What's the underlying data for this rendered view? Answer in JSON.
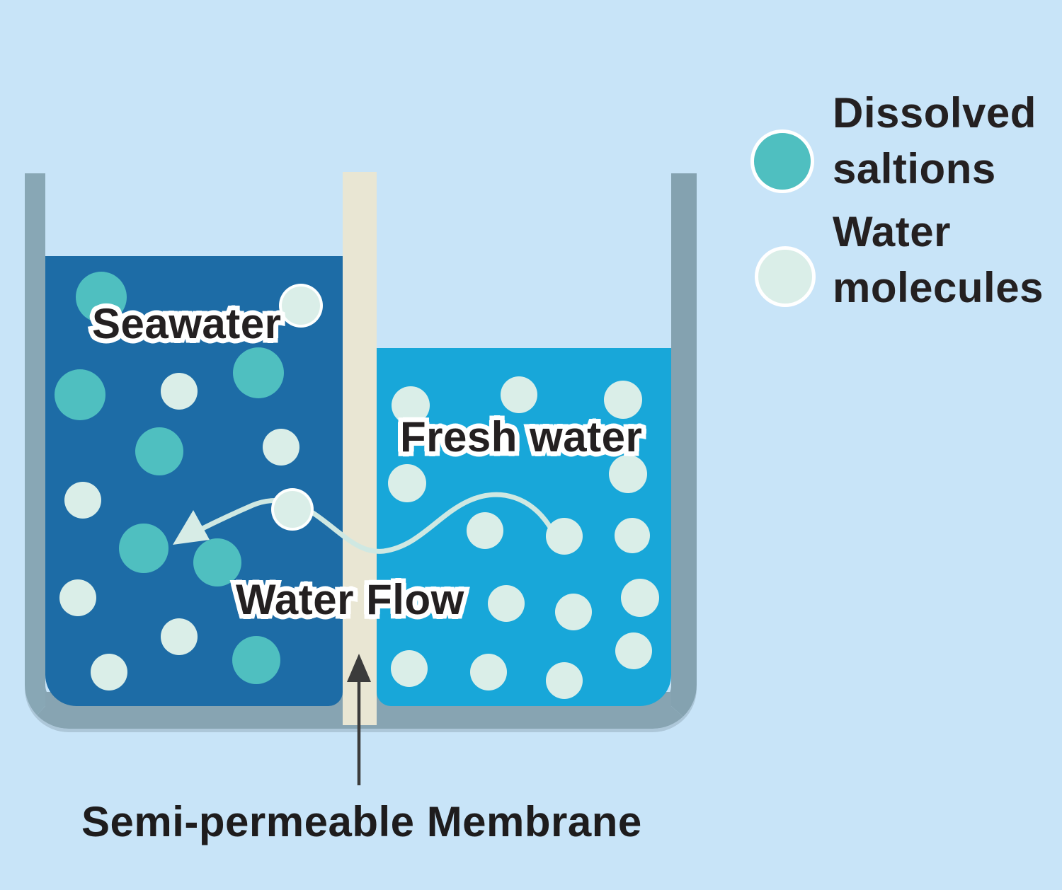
{
  "labels": {
    "seawater": "Seawater",
    "fresh_water": "Fresh water",
    "water_flow": "Water Flow",
    "membrane": "Semi-permeable Membrane"
  },
  "legend": {
    "items": [
      {
        "line1": "Dissolved",
        "line2": "saltions",
        "color": "#4fbfc0"
      },
      {
        "line1": "Water",
        "line2": "molecules",
        "color": "#daeee8"
      }
    ]
  },
  "colors": {
    "background": "#c8e4f8",
    "seawater": "#1d6ca6",
    "fresh_water": "#18a7d9",
    "salt_ion": "#4fbfc0",
    "water_molecule": "#daeee8",
    "membrane": "#e9e6d3",
    "tank_wall": "#88a7b5",
    "flow_line": "#cfe8e2",
    "arrow": "#3b3b3b",
    "text": "#242021"
  },
  "molecules": {
    "seawater_salt_ions": [
      [
        143,
        420,
        36
      ],
      [
        113,
        558,
        36
      ],
      [
        365,
        527,
        36
      ],
      [
        225,
        638,
        34
      ],
      [
        203,
        775,
        35
      ],
      [
        307,
        795,
        34
      ],
      [
        362,
        933,
        34
      ]
    ],
    "seawater_water_molecules": [
      [
        425,
        432,
        27,
        1
      ],
      [
        253,
        553,
        26
      ],
      [
        397,
        632,
        26
      ],
      [
        117,
        707,
        26
      ],
      [
        413,
        720,
        26,
        1
      ],
      [
        110,
        845,
        26
      ],
      [
        253,
        900,
        26
      ],
      [
        154,
        950,
        26
      ]
    ],
    "freshwater_water_molecules": [
      [
        580,
        573,
        27
      ],
      [
        733,
        558,
        26
      ],
      [
        880,
        565,
        27
      ],
      [
        575,
        683,
        27
      ],
      [
        887,
        670,
        27
      ],
      [
        685,
        750,
        26
      ],
      [
        797,
        758,
        26
      ],
      [
        893,
        757,
        25
      ],
      [
        715,
        853,
        26
      ],
      [
        810,
        865,
        26
      ],
      [
        904,
        845,
        27
      ],
      [
        895,
        920,
        26
      ],
      [
        578,
        945,
        26
      ],
      [
        690,
        950,
        26
      ],
      [
        797,
        962,
        26
      ]
    ]
  }
}
